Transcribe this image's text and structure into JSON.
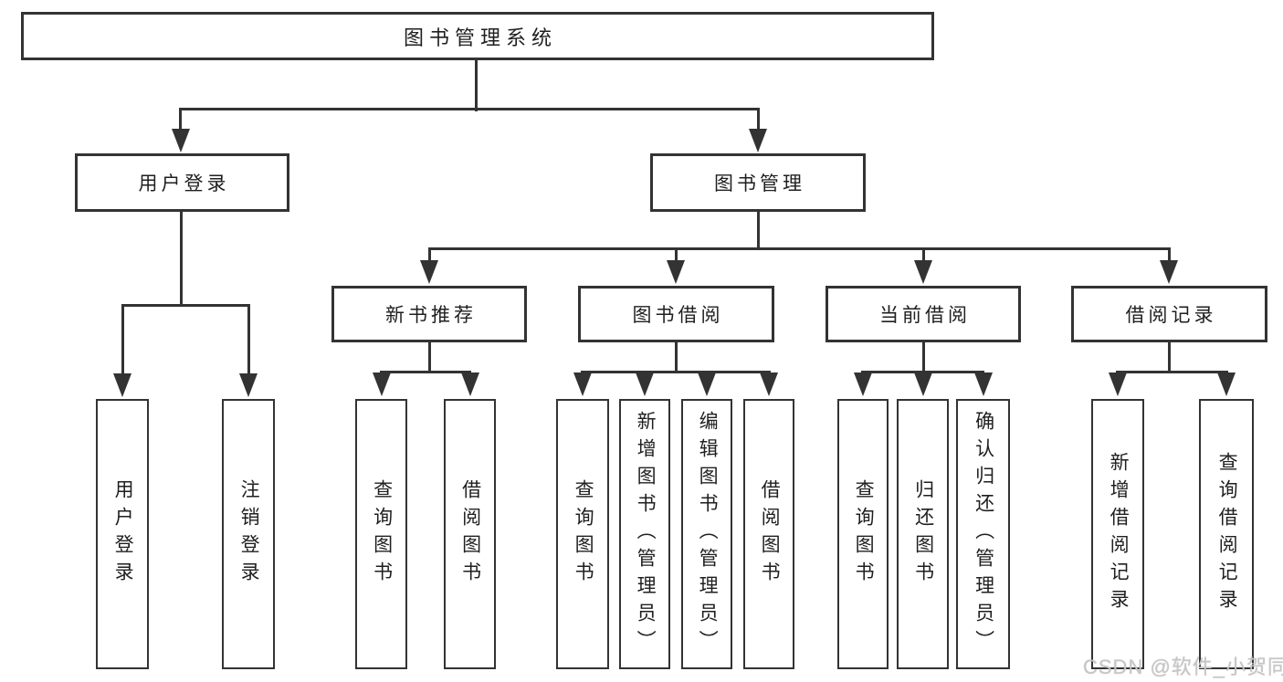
{
  "colors": {
    "line": "#333333",
    "text": "#1f1f1f",
    "watermark": "#c6c6c6",
    "bg": "#ffffff"
  },
  "watermark": {
    "text": "CSDN @软件_小贺同学"
  },
  "diagram": {
    "root": {
      "label": "图书管理系统"
    },
    "branches": [
      {
        "label": "用户登录",
        "children": [
          {
            "label": "用户登录"
          },
          {
            "label": "注销登录"
          }
        ]
      },
      {
        "label": "图书管理",
        "children": [
          {
            "label": "新书推荐",
            "children": [
              {
                "label": "查询图书"
              },
              {
                "label": "借阅图书"
              }
            ]
          },
          {
            "label": "图书借阅",
            "children": [
              {
                "label": "查询图书"
              },
              {
                "label": "新增图书（管理员）"
              },
              {
                "label": "编辑图书（管理员）"
              },
              {
                "label": "借阅图书"
              }
            ]
          },
          {
            "label": "当前借阅",
            "children": [
              {
                "label": "查询图书"
              },
              {
                "label": "归还图书"
              },
              {
                "label": "确认归还（管理员）"
              }
            ]
          },
          {
            "label": "借阅记录",
            "children": [
              {
                "label": "新增借阅记录"
              },
              {
                "label": "查询借阅记录"
              }
            ]
          }
        ]
      }
    ]
  }
}
